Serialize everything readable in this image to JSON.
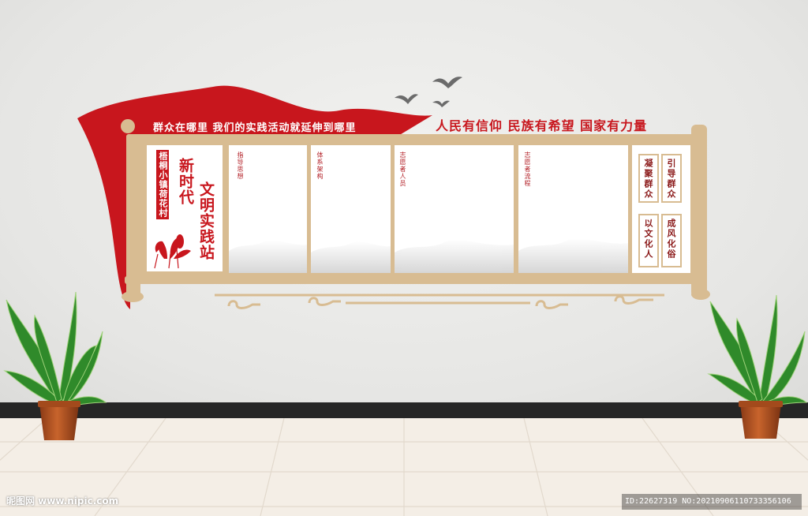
{
  "banner": {
    "left_text": "群众在哪里 我们的实践活动就延伸到哪里",
    "right_text": "人民有信仰 民族有希望 国家有力量"
  },
  "intro_panel": {
    "vertical_tag": "梧桐小镇荷花村",
    "slogan_line1": "新时代",
    "slogan_line2": "文明实践站"
  },
  "content_panels": [
    {
      "caption": "指导思想"
    },
    {
      "caption": "体系架构"
    },
    {
      "caption": "志愿者人员"
    },
    {
      "caption": "志愿者流程"
    }
  ],
  "plaques": [
    {
      "text": "凝聚群众"
    },
    {
      "text": "引导群众"
    },
    {
      "text": "以文化人"
    },
    {
      "text": "成风化俗"
    }
  ],
  "watermark": {
    "site": "昵图网 www.nipic.com",
    "id_text": "ID:22627319 NO:20210906110733356106"
  },
  "colors": {
    "banner_red": "#c8161d",
    "frame_tan": "#d8bc92",
    "wall": "#e9e9e7",
    "skirting": "#262626",
    "floor": "#f4eee6"
  }
}
